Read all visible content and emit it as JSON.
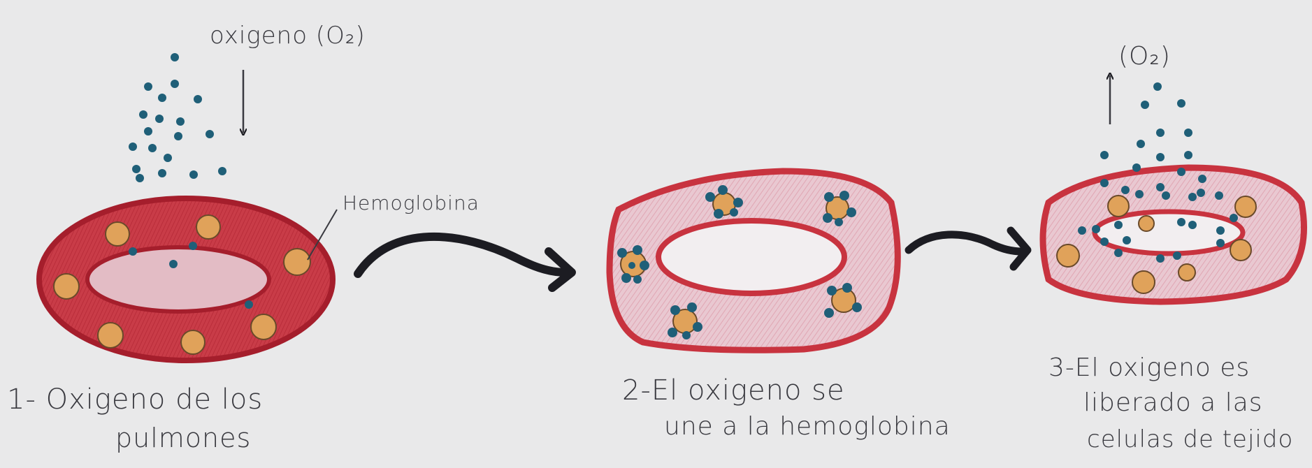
{
  "labels": {
    "oxygen_in": "oxigeno (O₂)",
    "hemoglobin": "Hemoglobina",
    "oxygen_out": "(O₂)"
  },
  "steps": [
    {
      "line1": "1- Oxigeno de los",
      "line2": "pulmones"
    },
    {
      "line1": "2-El oxigeno se",
      "line2": "une a la hemoglobina"
    },
    {
      "line1": "3-El oxigeno es",
      "line2": "liberado a las",
      "line3": "celulas de tejido"
    }
  ],
  "colors": {
    "background": "#e9e9ea",
    "cell_red": "#c8333f",
    "cell_dark": "#a51e2c",
    "cell_pale": "#e8cfd6",
    "hemoglobin": "#e0a25a",
    "oxygen": "#1f5f78",
    "arrow": "#1c1c22",
    "ink": "#3a3a40"
  }
}
